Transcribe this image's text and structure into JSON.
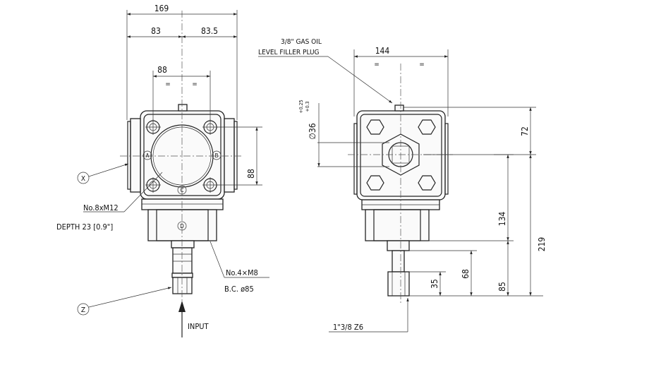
{
  "front_view": {
    "dim_overall": "169",
    "dim_left_half": "83",
    "dim_right_half": "83.5",
    "dim_bolt_spacing": "88",
    "dim_vertical_spacing": "88",
    "equal_mark": "=",
    "bolt_holes": [
      "A",
      "B",
      "C",
      "D"
    ],
    "callout_x": "X",
    "callout_z": "Z",
    "thread_note_line1": "No.8xM12",
    "thread_note_line2": "DEPTH 23 [0.9\"]",
    "flange_note_line1": "No.4×M8",
    "flange_note_line2": "B.C. ø85",
    "input_label": "INPUT"
  },
  "side_view": {
    "plug_note_line1": "3/8\" GAS OIL",
    "plug_note_line2": "LEVEL FILLER PLUG",
    "dim_width": "144",
    "equal_mark": "=",
    "shaft_dia": "∅36",
    "tol_upper": "+0.25",
    "tol_lower": "+0.3",
    "dim_72": "72",
    "dim_134": "134",
    "dim_219": "219",
    "dim_68": "68",
    "dim_35": "35",
    "dim_85": "85",
    "spline_note": "1\"3/8  Z6"
  }
}
